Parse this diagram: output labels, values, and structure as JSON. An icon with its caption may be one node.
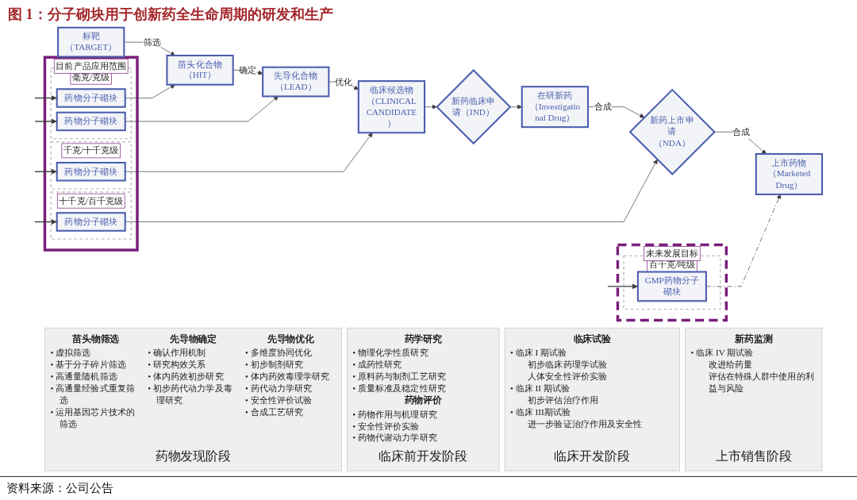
{
  "diagram": {
    "title": "图 1：分子砌块用于创新药全生命周期的研发和生产",
    "caption": "资料来源：公司公告",
    "nodes": [
      {
        "text": [
          "目前产品应用范围"
        ]
      },
      {
        "text": [
          "毫克/克级"
        ],
        "in": 0
      },
      {
        "text": [
          "药物分子砌块"
        ],
        "in": 1
      },
      {
        "text": [
          "药物分子砌块"
        ],
        "in": 1
      },
      {
        "text": [
          "千克/十千克级"
        ],
        "in": 0
      },
      {
        "text": [
          "药物分子砌块"
        ],
        "in": 4
      },
      {
        "text": [
          "十千克/百千克级"
        ],
        "in": 0
      },
      {
        "text": [
          "药物分子砌块"
        ],
        "in": 6
      },
      {
        "text": [
          "未来发展目标"
        ]
      },
      {
        "text": [
          "百千克/吨级"
        ],
        "in": 8
      },
      {
        "text": [
          "GMP药物分子砌块"
        ],
        "in": 9
      },
      {
        "text": [
          "标靶（TARGET）"
        ]
      },
      {
        "text": [
          "苗头化合物（HIT）"
        ]
      },
      {
        "text": [
          "先导化合物（LEAD）"
        ]
      },
      {
        "text": [
          "临床候选物（CLINICAL CANDIDATE）"
        ]
      },
      {
        "text": [
          "新药临床申请（IND）"
        ]
      },
      {
        "text": [
          "在研新药（Investigational Drug）"
        ]
      },
      {
        "text": [
          "新药上市申请（NDA）"
        ]
      },
      {
        "text": [
          "上市药物（Marketed Drug）"
        ]
      },
      {
        "text": [
          "苗头物筛选",
          "• 虚拟筛选",
          "• 基于分子碎片筛选",
          "• 高通量随机筛选",
          "• 高通量经验式重复筛选",
          "• 运用基因芯片技术的筛选",
          "先导物确定",
          "• 确认作用机制",
          "• 研究构效关系",
          "• 体内药效初步研究",
          "• 初步药代动力学及毒理研究",
          "先导物优化",
          "• 多维度协同优化",
          "• 初步制剂研究",
          "• 体内药效毒理学研究",
          "• 药代动力学研究",
          "• 安全性评价试验",
          "• 合成工艺研究",
          "药物发现阶段"
        ]
      },
      {
        "text": [
          "药学研究",
          "• 物理化学性质研究",
          "• 成药性研究",
          "• 原料药与制剂工艺研究",
          "• 质量标准及稳定性研究",
          "药物评价",
          "• 药物作用与机理研究",
          "• 安全性评价实验",
          "• 药物代谢动力学研究",
          "临床前开发阶段"
        ]
      },
      {
        "text": [
          "临床试验",
          "• 临床 I 期试验",
          "初步临床药理学试验",
          "人体安全性评价实验",
          "• 临床 II 期试验",
          "初步评估治疗作用",
          "• 临床 III期试验",
          "进一步验证治疗作用及安全性",
          "临床开发阶段"
        ]
      },
      {
        "text": [
          "新药监测",
          "• 临床 IV 期试验",
          "改进给药量",
          "评估在特殊人群中使用的利益与风险",
          "上市销售阶段"
        ]
      }
    ],
    "edges": [
      {
        "from": null,
        "to": 2,
        "arrow": "to"
      },
      {
        "from": null,
        "to": 3,
        "arrow": "to"
      },
      {
        "from": null,
        "to": 5,
        "arrow": "to"
      },
      {
        "from": null,
        "to": 7,
        "arrow": "to"
      },
      {
        "from": null,
        "to": 10,
        "arrow": "to"
      },
      {
        "from": 11,
        "to": 12,
        "arrow": "to",
        "label": "筛选"
      },
      {
        "from": 12,
        "to": 13,
        "arrow": "to",
        "label": "确定"
      },
      {
        "from": 13,
        "to": 14,
        "arrow": "to",
        "label": "优化"
      },
      {
        "from": 14,
        "to": 15,
        "arrow": "to"
      },
      {
        "from": 15,
        "to": 16,
        "arrow": "to"
      },
      {
        "from": 16,
        "to": 17,
        "arrow": "to",
        "label": "合成"
      },
      {
        "from": 17,
        "to": 18,
        "arrow": "to",
        "label": "合成"
      },
      {
        "from": 2,
        "to": 12,
        "arrow": "to"
      },
      {
        "from": 3,
        "to": 13,
        "arrow": "to"
      },
      {
        "from": 5,
        "to": 14,
        "arrow": "to"
      },
      {
        "from": 7,
        "to": 17,
        "arrow": "to"
      },
      {
        "from": 10,
        "to": 18,
        "arrow": "to",
        "style": "dashed"
      }
    ]
  }
}
